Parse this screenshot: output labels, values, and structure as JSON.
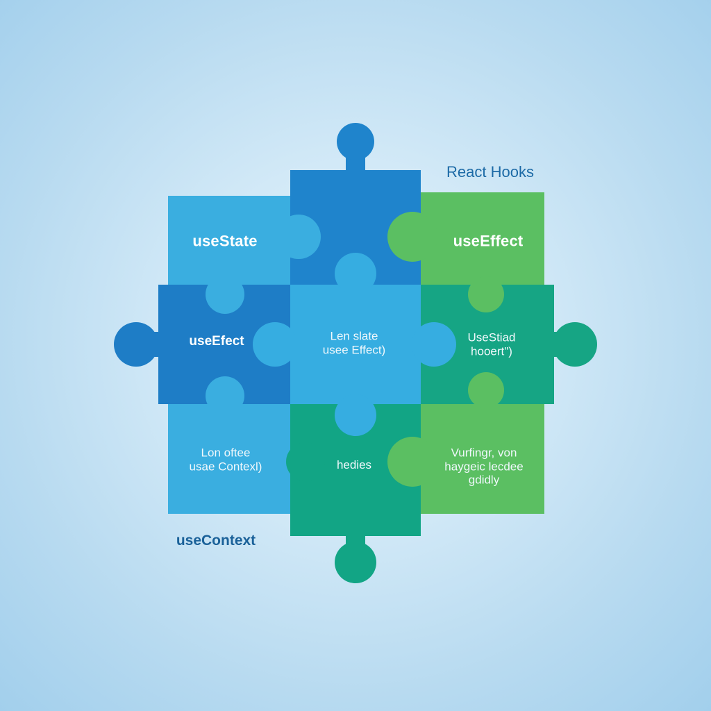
{
  "title": "React Hooks",
  "bottom_label": "useContext",
  "colors": {
    "background": "#cfe7f6",
    "light_blue": "#3aaee0",
    "mid_blue": "#2f8fd6",
    "dark_blue": "#1f7fc7",
    "green": "#5bbf62",
    "teal": "#12a585",
    "text": "#ffffff",
    "title_text": "#1c6aa6"
  },
  "pieces": {
    "top_left": {
      "label": "useState"
    },
    "top_center": {},
    "top_right": {
      "label": "useEffect"
    },
    "middle_left": {
      "label": "useEfect"
    },
    "center": {
      "lines": [
        "Len slate",
        "usee Effect)"
      ]
    },
    "middle_right": {
      "lines": [
        "UseStiad",
        "hooert\")"
      ]
    },
    "bottom_left": {
      "lines": [
        "Lon oftee",
        "usae Contexl)"
      ]
    },
    "bottom_center": {
      "label": "hedies"
    },
    "bottom_right": {
      "lines": [
        "Vurfingr, von",
        "haygeic lecdee",
        "gdidly"
      ]
    }
  }
}
